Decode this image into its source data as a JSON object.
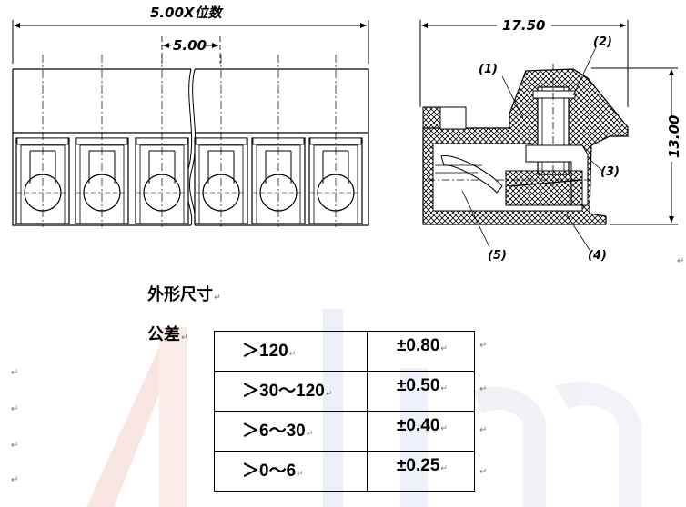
{
  "drawing": {
    "front_view": {
      "pitch_label": "5.00X位数",
      "pitch_unit_label": "5.00",
      "terminal_count": 6
    },
    "side_view": {
      "width_label": "17.50",
      "height_label": "13.00",
      "callouts": [
        "(1)",
        "(2)",
        "(3)",
        "(4)",
        "(5)"
      ]
    }
  },
  "section_labels": {
    "dimensions_heading": "外形尺寸",
    "tolerance_heading": "公差"
  },
  "tolerance_table": {
    "rows": [
      {
        "range": "＞120",
        "tolerance": "±0.80"
      },
      {
        "range": "＞30～120",
        "tolerance": "±0.50"
      },
      {
        "range": "＞6～30",
        "tolerance": "±0.40"
      },
      {
        "range": "＞0～6",
        "tolerance": "±0.25"
      }
    ]
  },
  "watermark": {
    "text": "Anhtron",
    "colors": [
      "#f2c7c2",
      "#d6dcef"
    ]
  }
}
